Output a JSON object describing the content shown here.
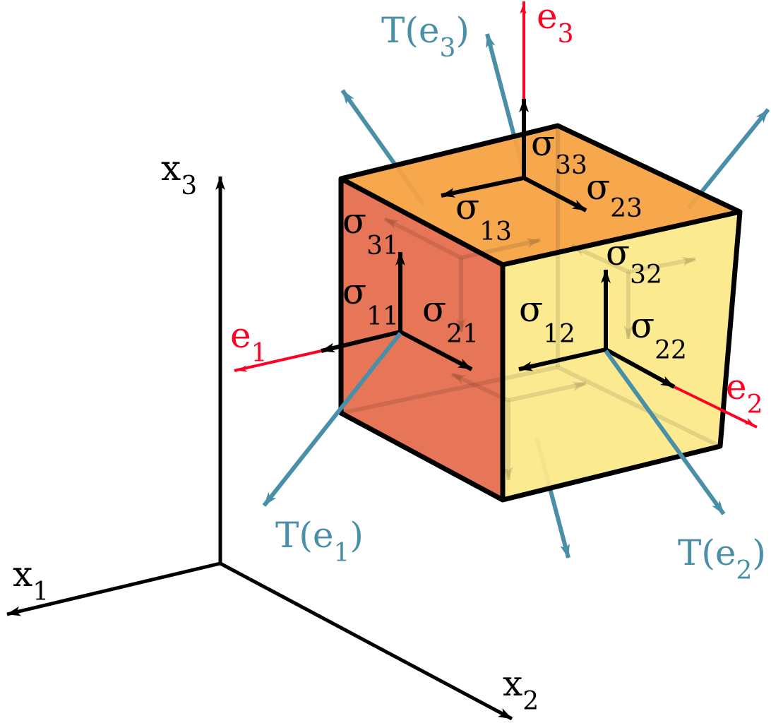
{
  "title": "Cauchy stress tensor components on a cube element",
  "colors": {
    "left_face": "#E67152",
    "top_face": "#F7A242",
    "right_face": "#FCE98A",
    "traction": "#4A8FA8",
    "basis": "#FF0022",
    "stress": "#000000"
  },
  "axes": {
    "x1": {
      "base": "x",
      "sub": "1"
    },
    "x2": {
      "base": "x",
      "sub": "2"
    },
    "x3": {
      "base": "x",
      "sub": "3"
    }
  },
  "basis_vectors": {
    "e1": {
      "base": "e",
      "sub": "1"
    },
    "e2": {
      "base": "e",
      "sub": "2"
    },
    "e3": {
      "base": "e",
      "sub": "3"
    }
  },
  "tractions": {
    "T1": {
      "pre": "T(e",
      "sub": "1",
      "post": ")"
    },
    "T2": {
      "pre": "T(e",
      "sub": "2",
      "post": ")"
    },
    "T3": {
      "pre": "T(e",
      "sub": "3",
      "post": ")"
    }
  },
  "stresses": {
    "s11": {
      "base": "σ",
      "sub": "11"
    },
    "s21": {
      "base": "σ",
      "sub": "21"
    },
    "s31": {
      "base": "σ",
      "sub": "31"
    },
    "s12": {
      "base": "σ",
      "sub": "12"
    },
    "s22": {
      "base": "σ",
      "sub": "22"
    },
    "s32": {
      "base": "σ",
      "sub": "32"
    },
    "s13": {
      "base": "σ",
      "sub": "13"
    },
    "s23": {
      "base": "σ",
      "sub": "23"
    },
    "s33": {
      "base": "σ",
      "sub": "33"
    }
  }
}
